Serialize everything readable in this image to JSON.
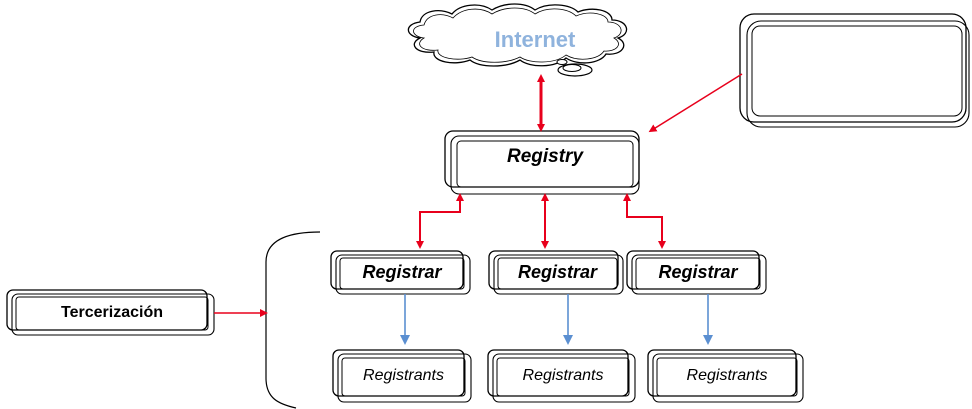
{
  "diagram": {
    "internet": {
      "label": "Internet",
      "color": "#8fb3dd"
    },
    "registry": {
      "label": "Registry"
    },
    "registrars": [
      {
        "label": "Registrar"
      },
      {
        "label": "Registrar"
      },
      {
        "label": "Registrar"
      }
    ],
    "registrants": [
      {
        "label": "Registrants"
      },
      {
        "label": "Registrants"
      },
      {
        "label": "Registrants"
      }
    ],
    "outsourcing": {
      "label": "Tercerización"
    },
    "colors": {
      "red_arrow": "#e8001c",
      "blue_arrow": "#5b8fd1",
      "outline": "#000000"
    }
  }
}
